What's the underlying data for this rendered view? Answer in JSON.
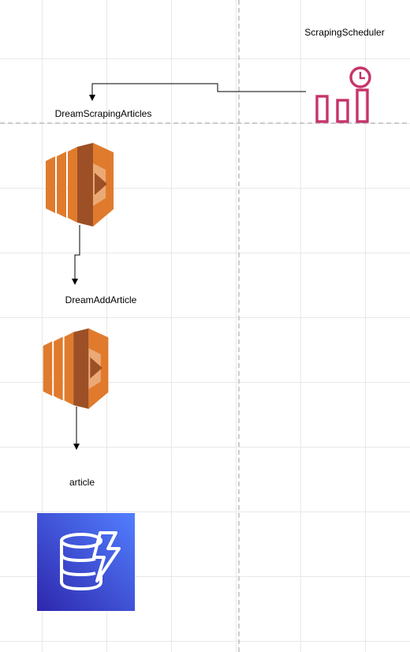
{
  "nodes": {
    "scheduler": {
      "label": "ScrapingScheduler",
      "icon": "eventbridge-scheduler-icon",
      "color": "#c7336b"
    },
    "scraping_lambda": {
      "label": "DreamScrapingArticles",
      "icon": "aws-lambda-icon",
      "color": "#e07b2d"
    },
    "add_article_lambda": {
      "label": "DreamAddArticle",
      "icon": "aws-lambda-icon",
      "color": "#e07b2d"
    },
    "article_table": {
      "label": "article",
      "icon": "dynamodb-icon",
      "color": "#3f51d6"
    }
  },
  "edges": [
    {
      "from": "scheduler",
      "to": "scraping_lambda"
    },
    {
      "from": "scraping_lambda",
      "to": "add_article_lambda"
    },
    {
      "from": "add_article_lambda",
      "to": "article_table"
    }
  ]
}
